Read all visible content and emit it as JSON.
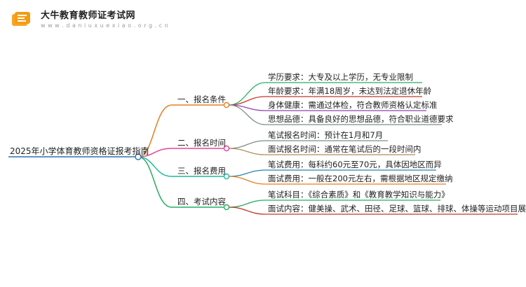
{
  "logo": {
    "title": "大牛教育教师证考试网",
    "url": "w w w . d a n i u x u e x i a o . o r g . c n"
  },
  "root": {
    "label": "2025年小学体育教师资格证报考指南"
  },
  "branches": [
    {
      "label": "一、报名条件",
      "color": "#e67e22",
      "children": [
        {
          "label": "学历要求：大专及以上学历，无专业限制",
          "color": "#27ae60"
        },
        {
          "label": "年龄要求：年满18周岁，未达到法定退休年龄",
          "color": "#c0392b"
        },
        {
          "label": "身体健康：需通过体检，符合教师资格认定标准",
          "color": "#8e44ad"
        },
        {
          "label": "思想品德：具备良好的思想品德，符合职业道德要求",
          "color": "#7f8c8d"
        }
      ]
    },
    {
      "label": "二、报名时间",
      "color": "#e84393",
      "children": [
        {
          "label": "笔试报名时间：预计在1月和7月",
          "color": "#7f8c8d"
        },
        {
          "label": "面试报名时间：通常在笔试后的一段时间内",
          "color": "#b08d57"
        }
      ]
    },
    {
      "label": "三、报名费用",
      "color": "#1abc9c",
      "children": [
        {
          "label": "笔试费用：每科约60元至70元，具体因地区而异",
          "color": "#2980b9"
        },
        {
          "label": "面试费用：一般在200元左右，需根据地区规定缴纳",
          "color": "#e67e22"
        }
      ]
    },
    {
      "label": "四、考试内容",
      "color": "#27ae60",
      "children": [
        {
          "label": "笔试科目：《综合素质》和《教育教学知识与能力》",
          "color": "#27ae60"
        },
        {
          "label": "面试内容：健美操、武术、田径、足球、篮球、排球、体操等运动项目展示",
          "color": "#c0392b"
        }
      ]
    }
  ]
}
